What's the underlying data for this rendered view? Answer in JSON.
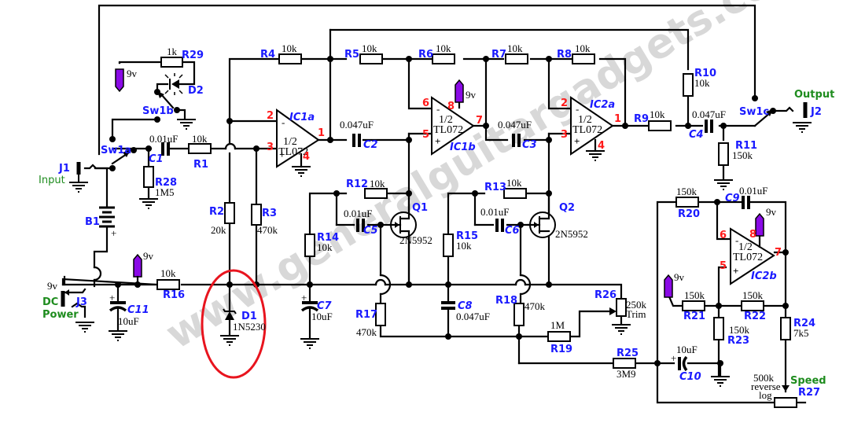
{
  "watermark": "www.generalguitargadgets.com",
  "colors": {
    "ref": "#1a1aff",
    "pin": "#ff1a1a",
    "label_green": "#1e8c1e",
    "supply_tag": "#8a0ae6",
    "highlight": "#e8141e"
  },
  "supply_label": "9v",
  "opamp_text": {
    "half": "1/2",
    "part": "TL072"
  },
  "connectors": {
    "j1": {
      "ref": "J1",
      "label": "Input"
    },
    "j2": {
      "ref": "J2",
      "label": "Output"
    },
    "j3": {
      "ref": "J3",
      "label_line1": "DC",
      "label_line2": "Power",
      "supply": "9v"
    },
    "speed_label": "Speed"
  },
  "switches": {
    "sw1a": "Sw1a",
    "sw1b": "Sw1b",
    "sw1c": "Sw1c"
  },
  "battery": {
    "ref": "B1",
    "plus": "+"
  },
  "resistors": {
    "r1": {
      "ref": "R1",
      "value": "10k"
    },
    "r2": {
      "ref": "R2",
      "value": "20k"
    },
    "r3": {
      "ref": "R3",
      "value": "470k"
    },
    "r4": {
      "ref": "R4",
      "value": "10k"
    },
    "r5": {
      "ref": "R5",
      "value": "10k"
    },
    "r6": {
      "ref": "R6",
      "value": "10k"
    },
    "r7": {
      "ref": "R7",
      "value": "10k"
    },
    "r8": {
      "ref": "R8",
      "value": "10k"
    },
    "r9": {
      "ref": "R9",
      "value": "10k"
    },
    "r10": {
      "ref": "R10",
      "value": "10k"
    },
    "r11": {
      "ref": "R11",
      "value": "150k"
    },
    "r12": {
      "ref": "R12",
      "value": "10k"
    },
    "r13": {
      "ref": "R13",
      "value": "10k"
    },
    "r14": {
      "ref": "R14",
      "value": "10k"
    },
    "r15": {
      "ref": "R15",
      "value": "10k"
    },
    "r16": {
      "ref": "R16",
      "value": "10k"
    },
    "r17": {
      "ref": "R17",
      "value": "470k"
    },
    "r18": {
      "ref": "R18",
      "value": "470k"
    },
    "r19": {
      "ref": "R19",
      "value": "1M"
    },
    "r20": {
      "ref": "R20",
      "value": "150k"
    },
    "r21": {
      "ref": "R21",
      "value": "150k"
    },
    "r22": {
      "ref": "R22",
      "value": "150k"
    },
    "r23": {
      "ref": "R23",
      "value": "150k"
    },
    "r24": {
      "ref": "R24",
      "value": "7k5"
    },
    "r25": {
      "ref": "R25",
      "value": "3M9"
    },
    "r26": {
      "ref": "R26",
      "value_line1": "250k",
      "value_line2": "Trim"
    },
    "r27": {
      "ref": "R27",
      "value_line1": "500k",
      "value_line2": "reverse",
      "value_line3": "log"
    },
    "r28": {
      "ref": "R28",
      "value": "1M5"
    },
    "r29": {
      "ref": "R29",
      "value": "1k"
    }
  },
  "capacitors": {
    "c1": {
      "ref": "C1",
      "value": "0.01uF"
    },
    "c2": {
      "ref": "C2",
      "value": "0.047uF"
    },
    "c3": {
      "ref": "C3",
      "value": "0.047uF"
    },
    "c4": {
      "ref": "C4",
      "value": "0.047uF"
    },
    "c5": {
      "ref": "C5",
      "value": "0.01uF"
    },
    "c6": {
      "ref": "C6",
      "value": "0.01uF"
    },
    "c7": {
      "ref": "C7",
      "value": "10uF"
    },
    "c8": {
      "ref": "C8",
      "value": "0.047uF"
    },
    "c9": {
      "ref": "C9",
      "value": "0.01uF"
    },
    "c10": {
      "ref": "C10",
      "value": "10uF"
    },
    "c11": {
      "ref": "C11",
      "value": "10uF"
    }
  },
  "diodes": {
    "d1": {
      "ref": "D1",
      "value": "1N5230"
    },
    "d2": {
      "ref": "D2"
    }
  },
  "transistors": {
    "q1": {
      "ref": "Q1",
      "value": "2N5952"
    },
    "q2": {
      "ref": "Q2",
      "value": "2N5952"
    }
  },
  "opamps": {
    "ic1a": {
      "ref": "IC1a",
      "pin_inv": "2",
      "pin_noninv": "3",
      "pin_out": "1",
      "pin_gnd": "4"
    },
    "ic1b": {
      "ref": "IC1b",
      "pin_inv": "6",
      "pin_noninv": "5",
      "pin_out": "7",
      "pin_vcc": "8"
    },
    "ic2a": {
      "ref": "IC2a",
      "pin_inv": "2",
      "pin_noninv": "3",
      "pin_out": "1",
      "pin_gnd": "4"
    },
    "ic2b": {
      "ref": "IC2b",
      "pin_inv": "6",
      "pin_noninv": "5",
      "pin_out": "7",
      "pin_vcc": "8"
    }
  }
}
